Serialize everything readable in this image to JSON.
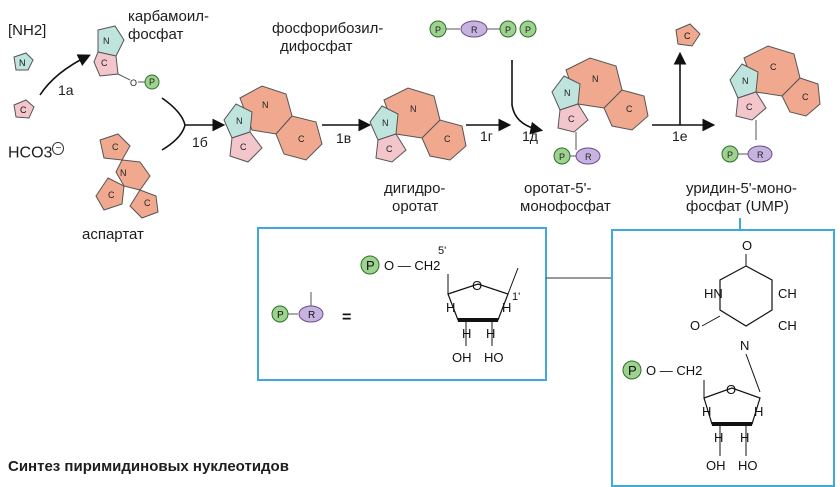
{
  "reactants": {
    "nh2": "[NH2]",
    "hco3": "HCO3",
    "hco3_charge": "−",
    "carbamoyl_phosphate": [
      "карбамоил-",
      "фосфат"
    ],
    "prpp": [
      "фосфорибозил-",
      "дифосфат"
    ],
    "aspartate": "аспартат"
  },
  "steps": [
    "1а",
    "1б",
    "1в",
    "1г",
    "1д",
    "1е"
  ],
  "products": {
    "dihydroorotate": [
      "дигидро-",
      "оротат"
    ],
    "omp": [
      "оротат-5'-",
      "монофосфат"
    ],
    "ump": [
      "уридин-5'-моно-",
      "фосфат (UMP)"
    ]
  },
  "symbols": {
    "P": "P",
    "R": "R",
    "C": "C",
    "N": "N",
    "equals": "="
  },
  "ribose": {
    "five_prime": "5'",
    "one_prime": "1'",
    "o_ch2": "O — CH2",
    "O": "O",
    "H": "H",
    "OH": "OH",
    "HO": "HO"
  },
  "uracil": {
    "O": "O",
    "HN": "HN",
    "CH": "CH",
    "N": "N",
    "O_CH2": "O — CH2"
  },
  "caption": "Синтез пиримидиновых нуклеотидов",
  "colors": {
    "blue_box": "#41a9d6",
    "green_p": "#9ed28f",
    "purple_r": "#c7b3e0",
    "salmon": "#f0a98f",
    "pink": "#f3c6cc",
    "teal": "#bfe3dd"
  }
}
